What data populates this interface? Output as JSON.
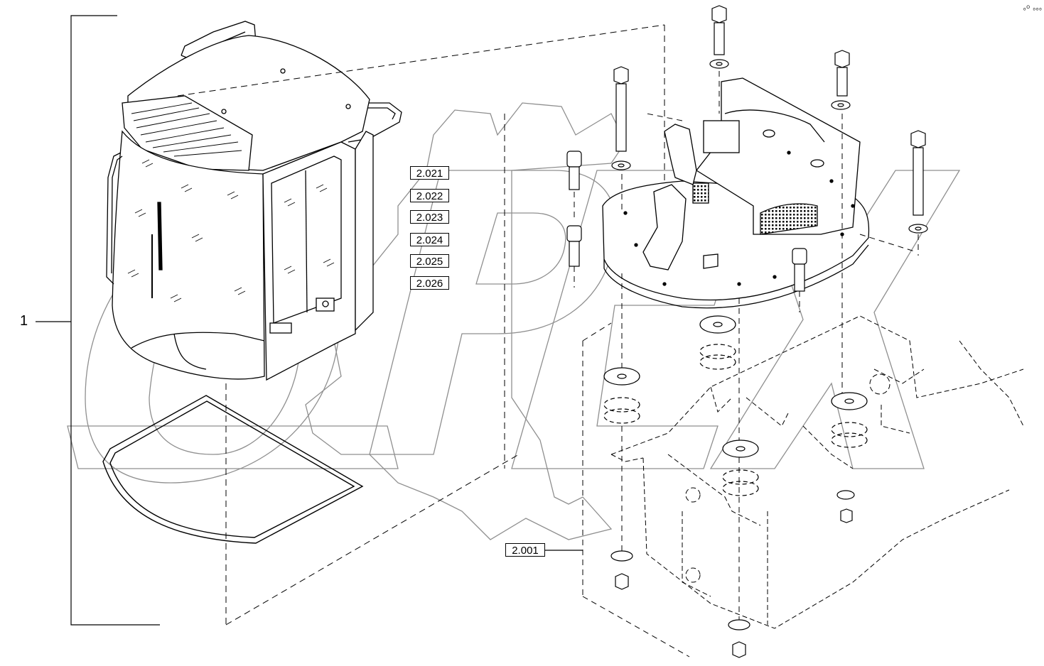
{
  "diagram": {
    "assembly_label": "1",
    "callouts": [
      {
        "id": "c2021",
        "text": "2.021"
      },
      {
        "id": "c2022",
        "text": "2.022"
      },
      {
        "id": "c2023",
        "text": "2.023"
      },
      {
        "id": "c2024",
        "text": "2.024"
      },
      {
        "id": "c2025",
        "text": "2.025"
      },
      {
        "id": "c2026",
        "text": "2.026"
      },
      {
        "id": "c2001",
        "text": "2.001"
      }
    ],
    "corner_mark": "ₒᴼ ₒₒₒ",
    "watermark_text": "OPEX",
    "colors": {
      "line": "#000000",
      "watermark": "#9a9a9a",
      "background": "#ffffff"
    }
  }
}
